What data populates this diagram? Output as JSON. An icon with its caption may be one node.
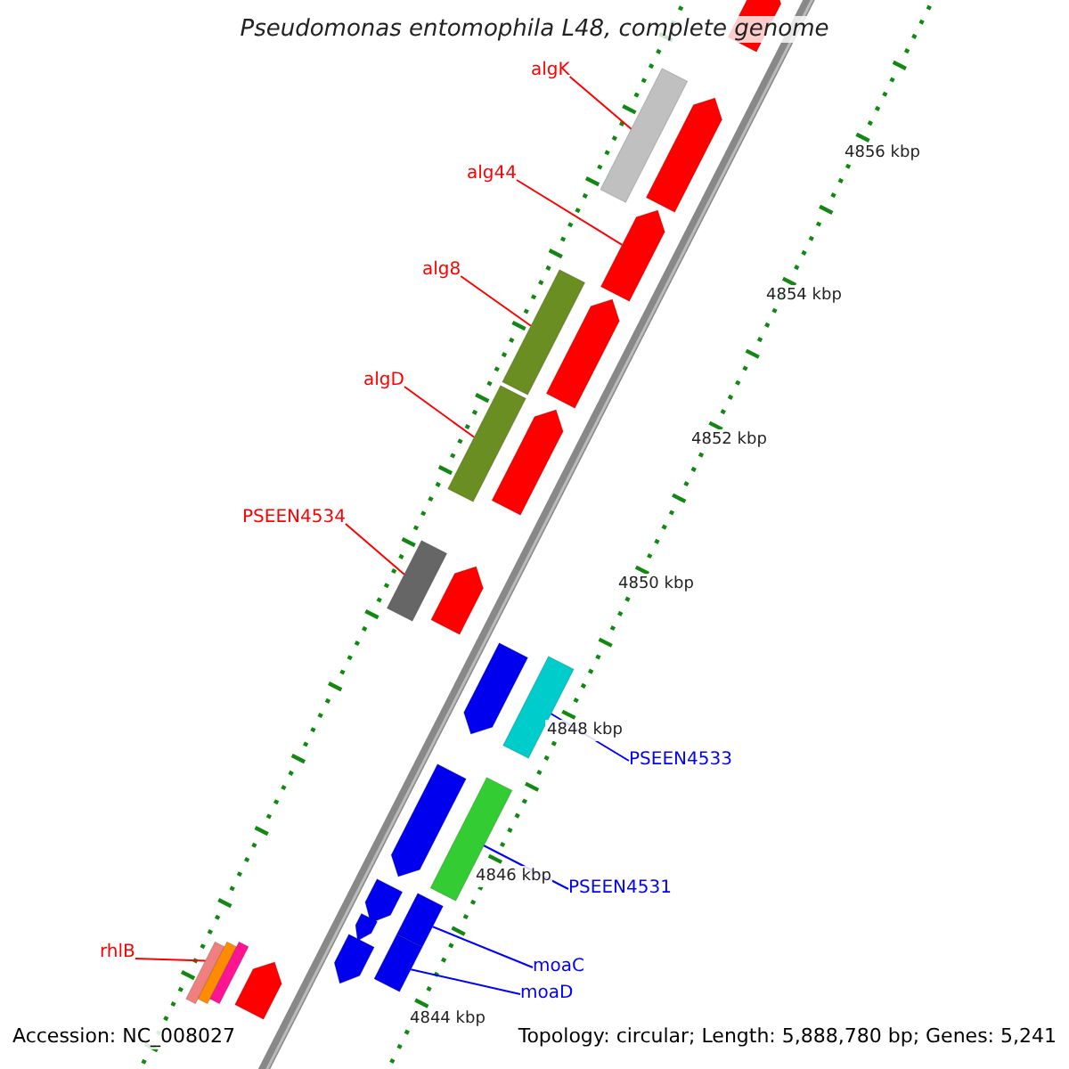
{
  "diagram": {
    "title": "Pseudomonas entomophila L48, complete genome",
    "nodes": [
      {
        "text": [
          "algK"
        ]
      },
      {
        "text": [],
        "shape": "bar"
      },
      {
        "text": [
          "alg44"
        ]
      },
      {
        "text": [],
        "shape": "bar"
      },
      {
        "text": [
          "alg8"
        ]
      },
      {
        "text": [],
        "shape": "bar"
      },
      {
        "text": [
          "algD"
        ]
      },
      {
        "text": [],
        "shape": "bar"
      },
      {
        "text": [
          "PSEEN4534"
        ]
      },
      {
        "text": [],
        "shape": "bar"
      },
      {
        "text": [
          "PSEEN4533"
        ]
      },
      {
        "text": [],
        "shape": "bar"
      },
      {
        "text": [
          "PSEEN4531"
        ]
      },
      {
        "text": [],
        "shape": "bar"
      },
      {
        "text": [
          "rhlB"
        ]
      },
      {
        "text": [],
        "shape": "bar"
      },
      {
        "text": [
          "moaC"
        ]
      },
      {
        "text": [],
        "shape": "bar"
      },
      {
        "text": [
          "moaD"
        ]
      },
      {
        "text": [],
        "shape": "bar"
      }
    ],
    "edges": [
      {
        "from": 0,
        "to": 1,
        "arrow": "none"
      },
      {
        "from": 2,
        "to": 3,
        "arrow": "none"
      },
      {
        "from": 4,
        "to": 5,
        "arrow": "none"
      },
      {
        "from": 6,
        "to": 7,
        "arrow": "none"
      },
      {
        "from": 8,
        "to": 9,
        "arrow": "none"
      },
      {
        "from": 10,
        "to": 11,
        "arrow": "none",
        "color": "#0000ff"
      },
      {
        "from": 12,
        "to": 13,
        "arrow": "none",
        "color": "#0000ff"
      },
      {
        "from": 14,
        "to": 15,
        "arrow": "none"
      },
      {
        "from": 16,
        "to": 17,
        "arrow": "none",
        "color": "#0000ff"
      },
      {
        "from": 18,
        "to": 19,
        "arrow": "none",
        "color": "#0000ff"
      }
    ],
    "labels": [
      "4856 kbp",
      "4854 kbp",
      "4852 kbp",
      "4850 kbp",
      "4848 kbp",
      "4846 kbp",
      "4844 kbp",
      "Accession: NC_008027",
      "Topology: circular; Length: 5,888,780 bp; Genes: 5,241"
    ]
  }
}
